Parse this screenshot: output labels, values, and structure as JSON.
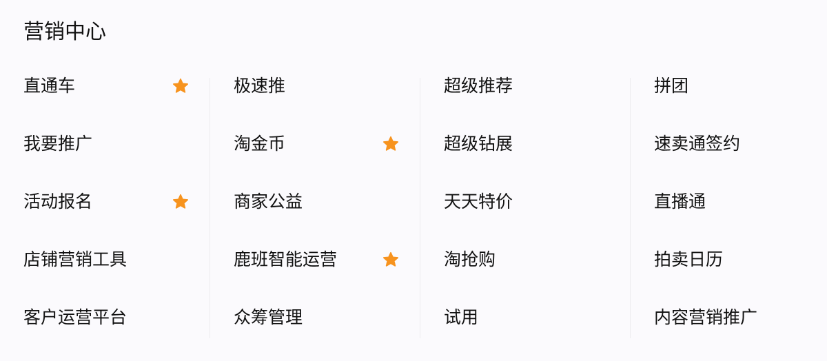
{
  "title": "营销中心",
  "colors": {
    "background": "#fbfafd",
    "star": "#f7931e",
    "divider": "#ecebef",
    "text": "#111111"
  },
  "columns": [
    {
      "items": [
        {
          "label": "直通车",
          "starred": true
        },
        {
          "label": "我要推广",
          "starred": false
        },
        {
          "label": "活动报名",
          "starred": true
        },
        {
          "label": "店铺营销工具",
          "starred": false
        },
        {
          "label": "客户运营平台",
          "starred": false
        }
      ]
    },
    {
      "items": [
        {
          "label": "极速推",
          "starred": false
        },
        {
          "label": "淘金币",
          "starred": true
        },
        {
          "label": "商家公益",
          "starred": false
        },
        {
          "label": "鹿班智能运营",
          "starred": true
        },
        {
          "label": "众筹管理",
          "starred": false
        }
      ]
    },
    {
      "items": [
        {
          "label": "超级推荐",
          "starred": false
        },
        {
          "label": "超级钻展",
          "starred": false
        },
        {
          "label": "天天特价",
          "starred": false
        },
        {
          "label": "淘抢购",
          "starred": false
        },
        {
          "label": "试用",
          "starred": false
        }
      ]
    },
    {
      "items": [
        {
          "label": "拼团",
          "starred": false
        },
        {
          "label": "速卖通签约",
          "starred": false
        },
        {
          "label": "直播通",
          "starred": false
        },
        {
          "label": "拍卖日历",
          "starred": false
        },
        {
          "label": "内容营销推广",
          "starred": false
        }
      ]
    }
  ]
}
